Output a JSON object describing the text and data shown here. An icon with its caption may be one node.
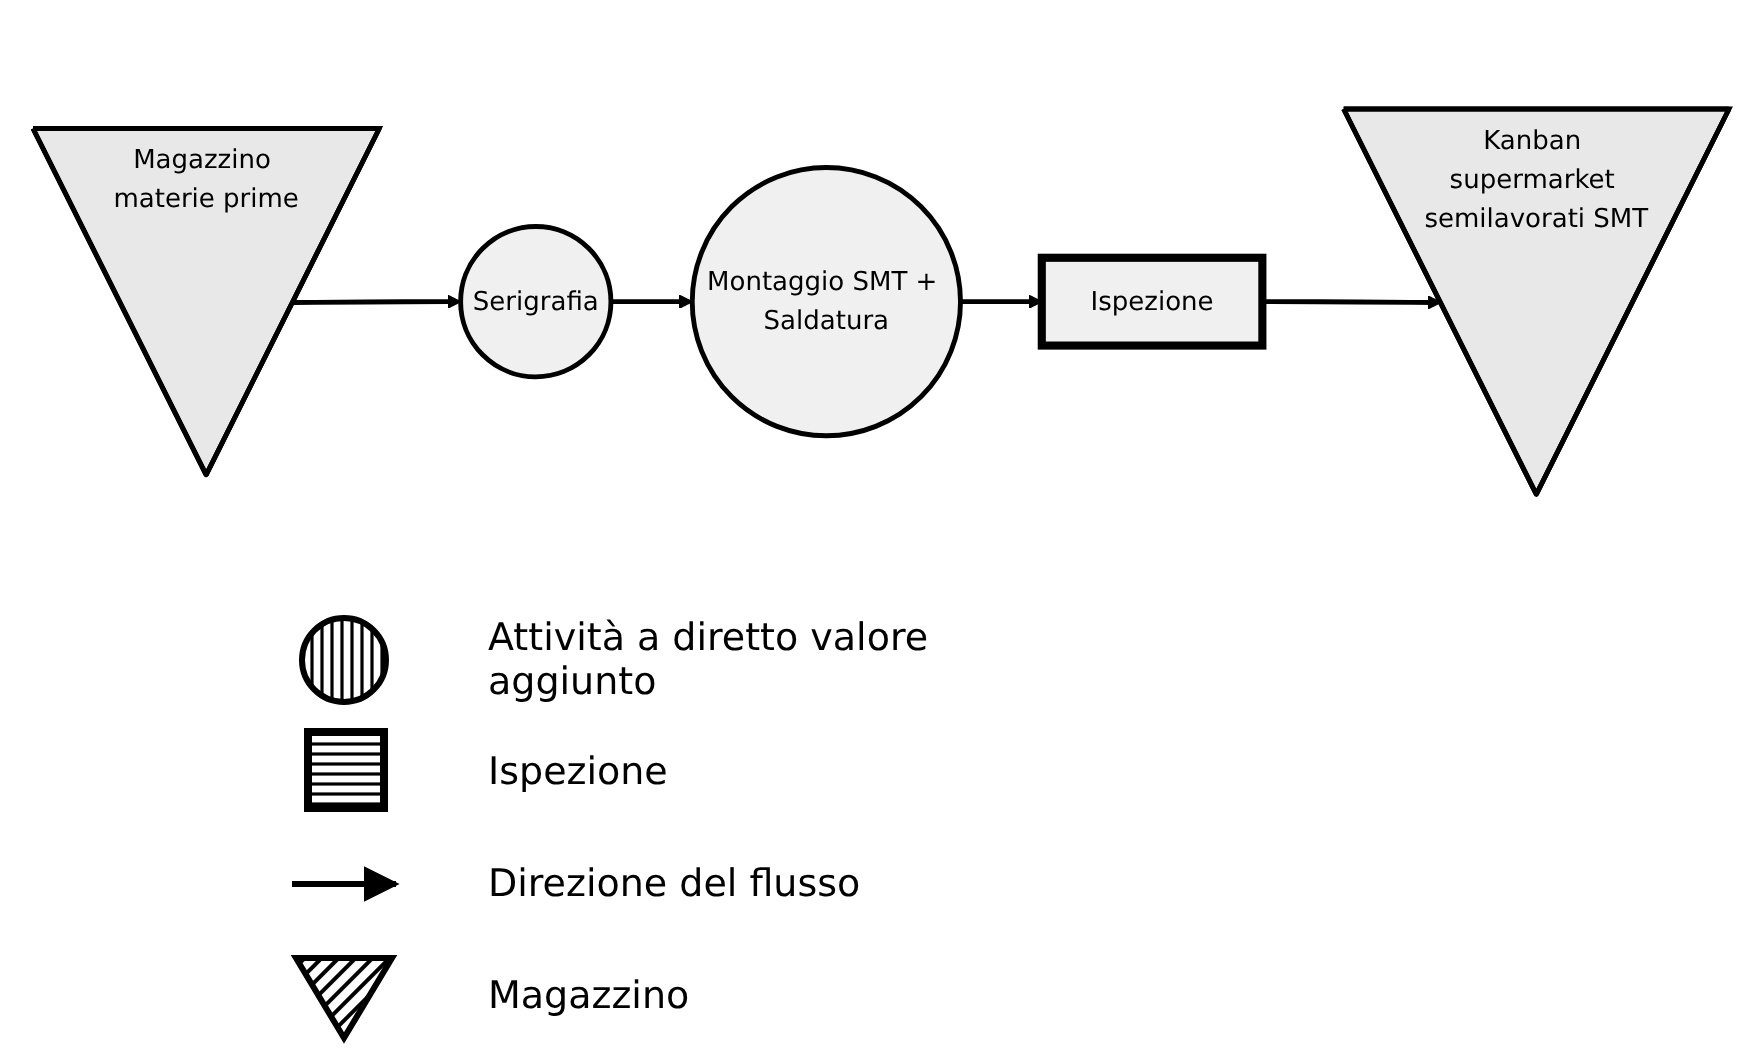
{
  "diagram": {
    "nodes": [
      {
        "text": [
          "Magazzino materie prime"
        ]
      },
      {
        "text": [
          "Serigrafia"
        ]
      },
      {
        "text": [
          "Montaggio SMT + Saldatura"
        ]
      },
      {
        "text": [
          "Ispezione"
        ]
      },
      {
        "text": [
          "Kanban supermarket semilavorati SMT"
        ]
      }
    ],
    "edges": [
      {
        "from": 0,
        "to": 1,
        "arrow": "to"
      },
      {
        "from": 1,
        "to": 2,
        "arrow": "to"
      },
      {
        "from": 2,
        "to": 3,
        "arrow": "to"
      },
      {
        "from": 3,
        "to": 4,
        "arrow": "to"
      }
    ],
    "legend": [
      {
        "text": "Attività a diretto valore aggiunto"
      },
      {
        "text": "Ispezione"
      },
      {
        "text": "Direzione del flusso"
      },
      {
        "text": "Magazzino"
      }
    ]
  }
}
